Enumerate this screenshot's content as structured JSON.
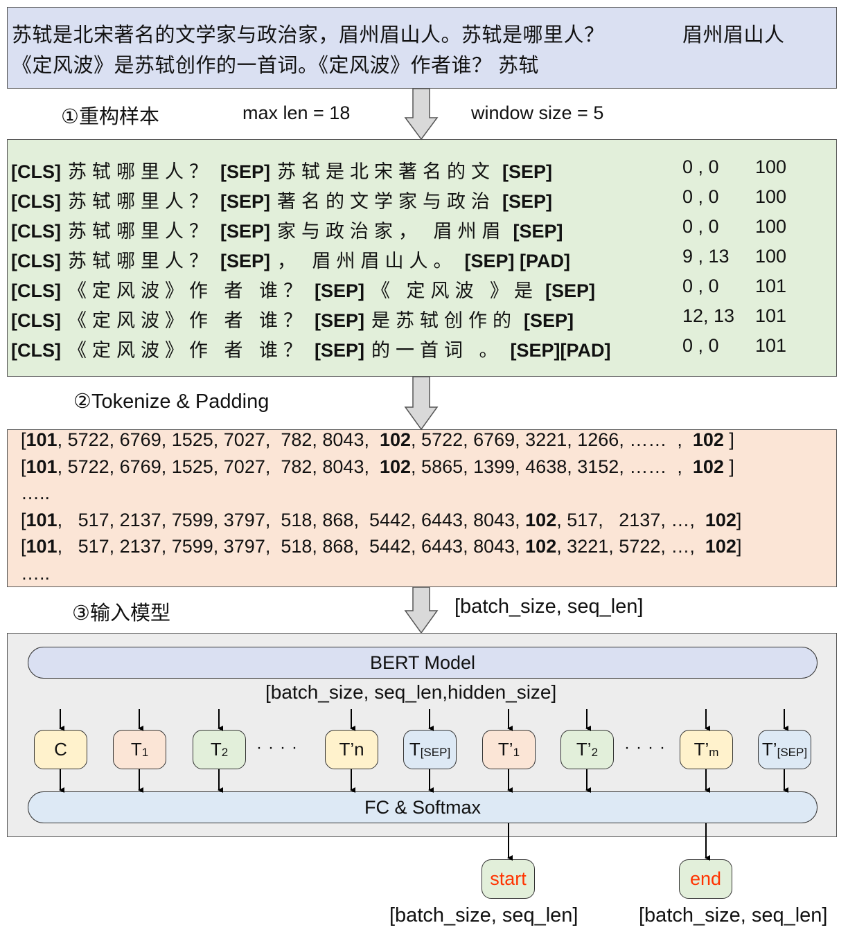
{
  "source": {
    "line1": "苏轼是北宋著名的文学家与政治家，眉州眉山人。苏轼是哪里人？",
    "line1_answer": "眉州眉山人",
    "line2": "《定风波》是苏轼创作的一首词。《定风波》作者谁？ 苏轼"
  },
  "step1": {
    "label": "①重构样本",
    "max_len": "max len = 18",
    "window_size": "window size = 5"
  },
  "samples": [
    {
      "cls": "[CLS]",
      "question": "苏轼哪里人？",
      "sep1": "[SEP]",
      "context": "苏轼是北宋著名的文",
      "tail": "[SEP]",
      "positions": "0 , 0",
      "label": "100"
    },
    {
      "cls": "[CLS]",
      "question": "苏轼哪里人？",
      "sep1": "[SEP]",
      "context": "著名的文学家与政治",
      "tail": "[SEP]",
      "positions": "0 , 0",
      "label": "100"
    },
    {
      "cls": "[CLS]",
      "question": "苏轼哪里人？",
      "sep1": "[SEP]",
      "context": "家与政治家， 眉州眉",
      "tail": "[SEP]",
      "positions": "0 , 0",
      "label": "100"
    },
    {
      "cls": "[CLS]",
      "question": "苏轼哪里人？",
      "sep1": "[SEP]",
      "context": "， 眉州眉山人。",
      "tail": "[SEP] [PAD]",
      "positions": "9 , 13",
      "label": "100"
    },
    {
      "cls": "[CLS]",
      "question": "《定风波》作 者 谁？",
      "sep1": "[SEP]",
      "context": "《 定风波 》是",
      "tail": "[SEP]",
      "positions": "0 , 0",
      "label": "101"
    },
    {
      "cls": "[CLS]",
      "question": "《定风波》作 者 谁？",
      "sep1": "[SEP]",
      "context": "是苏轼创作的",
      "tail": "[SEP]",
      "positions": "12, 13",
      "label": "101"
    },
    {
      "cls": "[CLS]",
      "question": "《定风波》作 者 谁？",
      "sep1": "[SEP]",
      "context": "的一首词 。",
      "tail": "[SEP][PAD]",
      "positions": "0 , 0",
      "label": "101"
    }
  ],
  "step2": {
    "label": "②Tokenize & Padding"
  },
  "token_ids": [
    {
      "open": "[",
      "cls": "101",
      "a": ", 5722, 6769, 1525, 7027,  782, 8043,  ",
      "sep": "102",
      "b": ", 5722, 6769, 3221, 1266, ……  ,  ",
      "end": "102",
      "close": " ]"
    },
    {
      "open": "[",
      "cls": "101",
      "a": ", 5722, 6769, 1525, 7027,  782, 8043,  ",
      "sep": "102",
      "b": ", 5865, 1399, 4638, 3152, ……  ,  ",
      "end": "102",
      "close": " ]"
    },
    {
      "ellipsis": "….."
    },
    {
      "open": "[",
      "cls": "101",
      "a": ",   517, 2137, 7599, 3797,  518, 868,  5442, 6443, 8043, ",
      "sep": "102",
      "b": ", 517,   2137, …,  ",
      "end": "102",
      "close": "]"
    },
    {
      "open": "[",
      "cls": "101",
      "a": ",   517, 2137, 7599, 3797,  518, 868,  5442, 6443, 8043, ",
      "sep": "102",
      "b": ", 3221, 5722, …,  ",
      "end": "102",
      "close": "]"
    },
    {
      "ellipsis": "….."
    }
  ],
  "step3": {
    "label": "③输入模型",
    "input_shape": "[batch_size, seq_len]"
  },
  "model": {
    "bert_label": "BERT Model",
    "hidden_shape": "[batch_size, seq_len,hidden_size]",
    "fc_label": "FC & Softmax",
    "nodes": [
      {
        "main": "C",
        "sub": "",
        "color": "#fff2cc"
      },
      {
        "main": "T",
        "sub": "1",
        "color": "#fbe5d6"
      },
      {
        "main": "T",
        "sub": "2",
        "color": "#e2efda"
      },
      {
        "main": "T’n",
        "sub": "",
        "color": "#fff2cc"
      },
      {
        "main": "T",
        "sub": "[SEP]",
        "color": "#dde9f5"
      },
      {
        "main": "T’",
        "sub": "1",
        "color": "#fbe5d6"
      },
      {
        "main": "T’",
        "sub": "2",
        "color": "#e2efda"
      },
      {
        "main": "T’",
        "sub": "m",
        "color": "#fff2cc"
      },
      {
        "main": "T’",
        "sub": "[SEP]",
        "color": "#dde9f5"
      }
    ],
    "ellipsis": "····"
  },
  "outputs": {
    "start_label": "start",
    "end_label": "end",
    "start_shape": "[batch_size, seq_len]",
    "end_shape": "[batch_size, seq_len]",
    "accent_color": "#ff3300"
  }
}
